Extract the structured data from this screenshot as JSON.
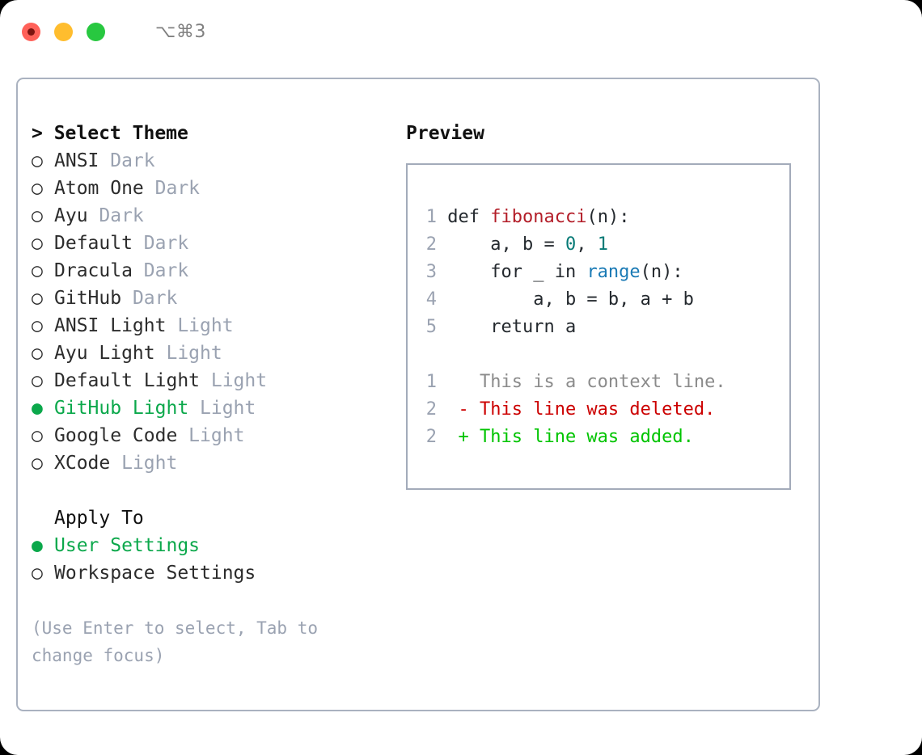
{
  "titlebar": {
    "shortcut": "⌥⌘3",
    "buttons": [
      {
        "name": "close",
        "color": "#ff6159"
      },
      {
        "name": "minimize",
        "color": "#ffbd2e"
      },
      {
        "name": "zoom",
        "color": "#28c840"
      }
    ]
  },
  "theme_picker": {
    "header": "> Select Theme",
    "marker_selected": "●",
    "marker_unselected": "○",
    "selected_color": "#0ba84b",
    "suffix_color": "#9aa2b1",
    "options": [
      {
        "marker": "○",
        "label": "ANSI",
        "suffix": "Dark",
        "selected": false
      },
      {
        "marker": "○",
        "label": "Atom One",
        "suffix": "Dark",
        "selected": false
      },
      {
        "marker": "○",
        "label": "Ayu",
        "suffix": "Dark",
        "selected": false
      },
      {
        "marker": "○",
        "label": "Default",
        "suffix": "Dark",
        "selected": false
      },
      {
        "marker": "○",
        "label": "Dracula",
        "suffix": "Dark",
        "selected": false
      },
      {
        "marker": "○",
        "label": "GitHub",
        "suffix": "Dark",
        "selected": false
      },
      {
        "marker": "○",
        "label": "ANSI Light",
        "suffix": "Light",
        "selected": false
      },
      {
        "marker": "○",
        "label": "Ayu Light",
        "suffix": "Light",
        "selected": false
      },
      {
        "marker": "○",
        "label": "Default Light",
        "suffix": "Light",
        "selected": false
      },
      {
        "marker": "●",
        "label": "GitHub Light",
        "suffix": "Light",
        "selected": true
      },
      {
        "marker": "○",
        "label": "Google Code",
        "suffix": "Light",
        "selected": false
      },
      {
        "marker": "○",
        "label": "XCode",
        "suffix": "Light",
        "selected": false
      }
    ]
  },
  "apply_to": {
    "header": "Apply To",
    "options": [
      {
        "marker": "●",
        "label": "User Settings",
        "selected": true
      },
      {
        "marker": "○",
        "label": "Workspace Settings",
        "selected": false
      }
    ]
  },
  "hint": "(Use Enter to select, Tab to change focus)",
  "preview": {
    "title": "Preview",
    "code_lines": [
      {
        "no": "1",
        "tokens": [
          {
            "t": "def ",
            "c": "plain"
          },
          {
            "t": "fibonacci",
            "c": "fn"
          },
          {
            "t": "(n):",
            "c": "plain"
          }
        ]
      },
      {
        "no": "2",
        "tokens": [
          {
            "t": "    a, b = ",
            "c": "plain"
          },
          {
            "t": "0",
            "c": "num"
          },
          {
            "t": ", ",
            "c": "plain"
          },
          {
            "t": "1",
            "c": "num"
          }
        ]
      },
      {
        "no": "3",
        "tokens": [
          {
            "t": "    for _ in ",
            "c": "plain"
          },
          {
            "t": "range",
            "c": "call"
          },
          {
            "t": "(n):",
            "c": "plain"
          }
        ]
      },
      {
        "no": "4",
        "tokens": [
          {
            "t": "        a, b = b, a + b",
            "c": "plain"
          }
        ]
      },
      {
        "no": "5",
        "tokens": [
          {
            "t": "    return a",
            "c": "plain"
          }
        ]
      }
    ],
    "diff_lines": [
      {
        "no": "1",
        "sign": " ",
        "text": " This is a context line.",
        "kind": "ctx"
      },
      {
        "no": "2",
        "sign": "-",
        "text": " This line was deleted.",
        "kind": "del"
      },
      {
        "no": "2",
        "sign": "+",
        "text": " This line was added.",
        "kind": "add"
      }
    ]
  }
}
